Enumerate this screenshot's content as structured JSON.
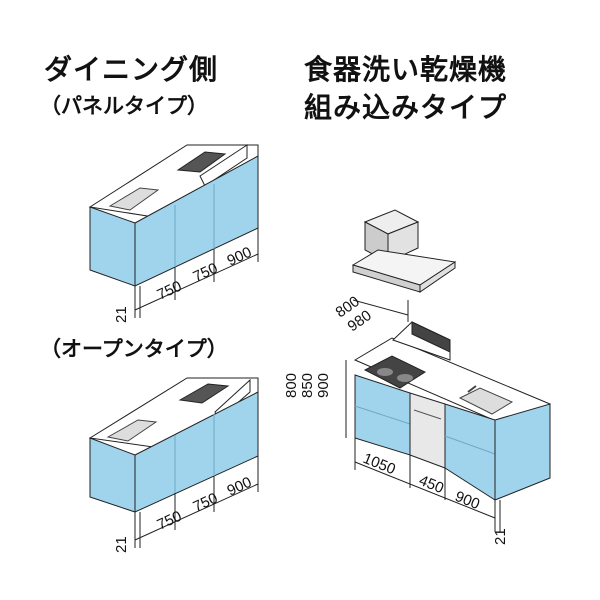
{
  "left": {
    "title": "ダイニング側",
    "panel_label": "（パネルタイプ）",
    "open_label": "（オープンタイプ）",
    "panel_dims": [
      "21",
      "750",
      "750",
      "900"
    ],
    "open_dims": [
      "21",
      "750",
      "750",
      "900"
    ]
  },
  "right": {
    "title_line1": "食器洗い乾燥機",
    "title_line2": "組み込みタイプ",
    "hood_height_options": [
      "800",
      "980"
    ],
    "counter_height_options": [
      "800",
      "850",
      "900"
    ],
    "width_dims": [
      "1050",
      "450",
      "900"
    ],
    "side_dim": "21"
  },
  "colors": {
    "door": "#9fd4ec",
    "door_edge": "#6fa9c6",
    "counter": "#ffffff",
    "body_side": "#bfe3f3",
    "hood": "#d8d8d8",
    "line": "#222222"
  }
}
